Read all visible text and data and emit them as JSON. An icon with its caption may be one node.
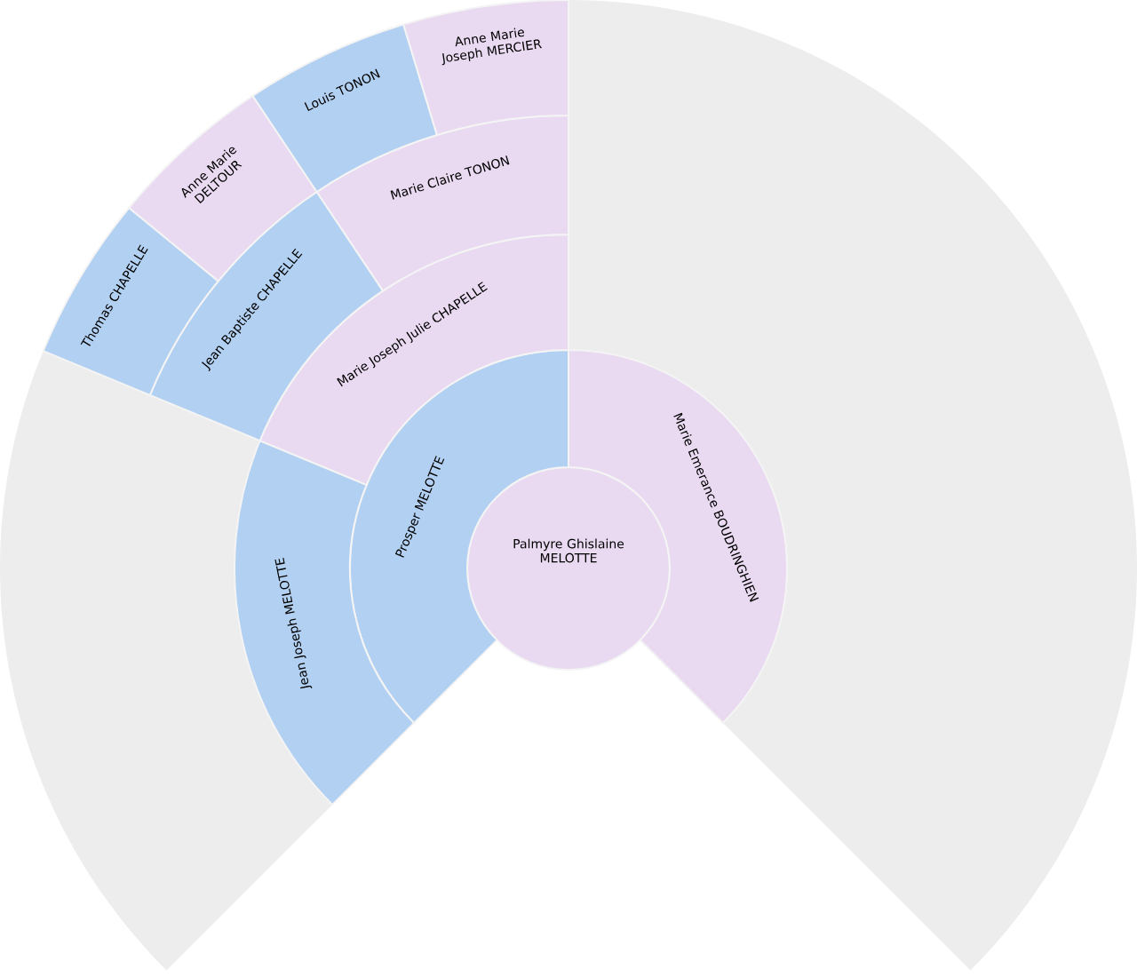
{
  "diagram": {
    "nodes": [
      {
        "text": [
          "Palmyre Ghislaine MELOTTE"
        ]
      },
      {
        "text": [
          "Prosper MELOTTE"
        ]
      },
      {
        "text": [
          "Marie Emerance BOUDRINGHIEN"
        ]
      },
      {
        "text": [
          "Jean Joseph MELOTTE"
        ]
      },
      {
        "text": [
          "Marie Joseph Julie CHAPELLE"
        ]
      },
      {
        "text": [
          "Jean Baptiste CHAPELLE"
        ]
      },
      {
        "text": [
          "Marie Claire TONON"
        ]
      },
      {
        "text": [
          "Thomas CHAPELLE"
        ]
      },
      {
        "text": [
          "Anne Marie DELTOUR"
        ]
      },
      {
        "text": [
          "Louis TONON"
        ]
      },
      {
        "text": [
          "Anne Marie Joseph MERCIER"
        ]
      },
      {
        "text": [],
        "shape": "sector"
      },
      {
        "text": [],
        "shape": "sector"
      }
    ]
  }
}
